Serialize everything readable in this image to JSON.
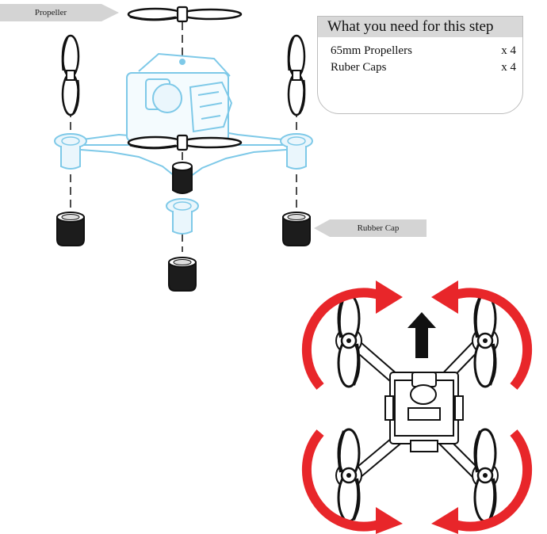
{
  "callouts": {
    "propeller": "Propeller",
    "rubber_cap": "Rubber Cap"
  },
  "needs_box": {
    "title": "What you need for this step",
    "items": [
      {
        "name": "65mm Propellers",
        "qty": "x 4"
      },
      {
        "name": "Ruber Caps",
        "qty": "x 4"
      }
    ]
  },
  "colors": {
    "frame_blue": "#7ec9e8",
    "rotation_red": "#e8262a",
    "callout_gray": "#d4d4d4",
    "part_black": "#111111"
  },
  "icons": [
    "propeller-icon",
    "rubber-cap-icon",
    "forward-arrow-icon",
    "rotation-arrow-icon"
  ]
}
